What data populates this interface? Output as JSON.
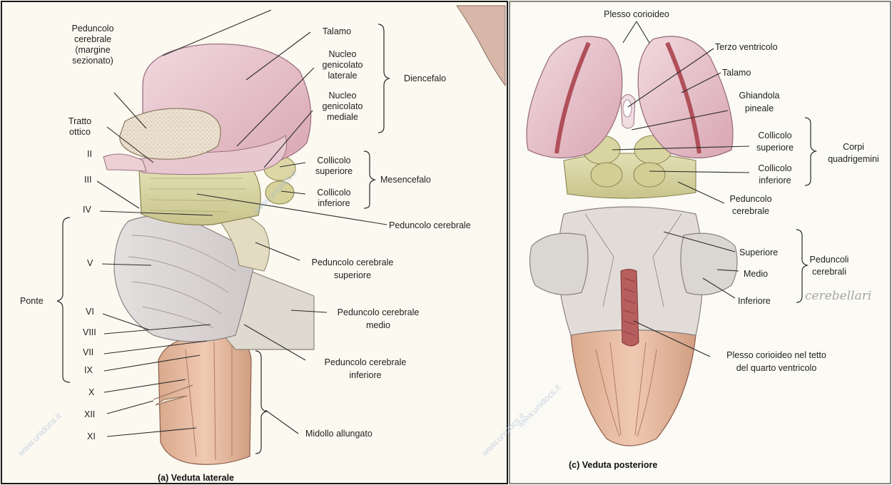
{
  "lateral": {
    "caption": "(a)  Veduta laterale",
    "peduncolo_sezionato": [
      "Peduncolo",
      "cerebrale",
      "(margine",
      "sezionato)"
    ],
    "talamo": "Talamo",
    "nucleo_laterale": [
      "Nucleo",
      "genicolato",
      "laterale"
    ],
    "nucleo_mediale": [
      "Nucleo",
      "genicolato",
      "mediale"
    ],
    "diencefalo": "Diencefalo",
    "tratto_ottico": [
      "Tratto",
      "ottico"
    ],
    "collicolo_superiore": [
      "Collicolo",
      "superiore"
    ],
    "collicolo_inferiore": [
      "Collicolo",
      "inferiore"
    ],
    "mesencefalo": "Mesencefalo",
    "peduncolo_cerebrale": "Peduncolo cerebrale",
    "peduncolo_superiore": [
      "Peduncolo cerebrale",
      "superiore"
    ],
    "peduncolo_medio": [
      "Peduncolo cerebrale",
      "medio"
    ],
    "peduncolo_inferiore": [
      "Peduncolo cerebrale",
      "inferiore"
    ],
    "ponte": "Ponte",
    "midollo": "Midollo allungato",
    "nerves": [
      "II",
      "III",
      "IV",
      "V",
      "VI",
      "VIII",
      "VII",
      "IX",
      "X",
      "XII",
      "XI"
    ]
  },
  "posterior": {
    "caption": "(c)  Veduta posteriore",
    "plesso_corioideo": "Plesso corioideo",
    "terzo_ventricolo": "Terzo ventricolo",
    "talamo": "Talamo",
    "ghiandola": [
      "Ghiandola",
      "pineale"
    ],
    "collicolo_superiore": [
      "Collicolo",
      "superiore"
    ],
    "collicolo_inferiore": [
      "Collicolo",
      "inferiore"
    ],
    "corpi": [
      "Corpi",
      "quadrigemini"
    ],
    "peduncolo_cerebrale": [
      "Peduncolo",
      "cerebrale"
    ],
    "superiore": "Superiore",
    "medio": "Medio",
    "inferiore": "Inferiore",
    "peduncoli": [
      "Peduncoli",
      "cerebrali"
    ],
    "plesso_tetto": [
      "Plesso corioideo nel tetto",
      "del quarto ventricolo"
    ]
  },
  "watermark": "www.unidocs.it",
  "handwriting": "cerebellari"
}
